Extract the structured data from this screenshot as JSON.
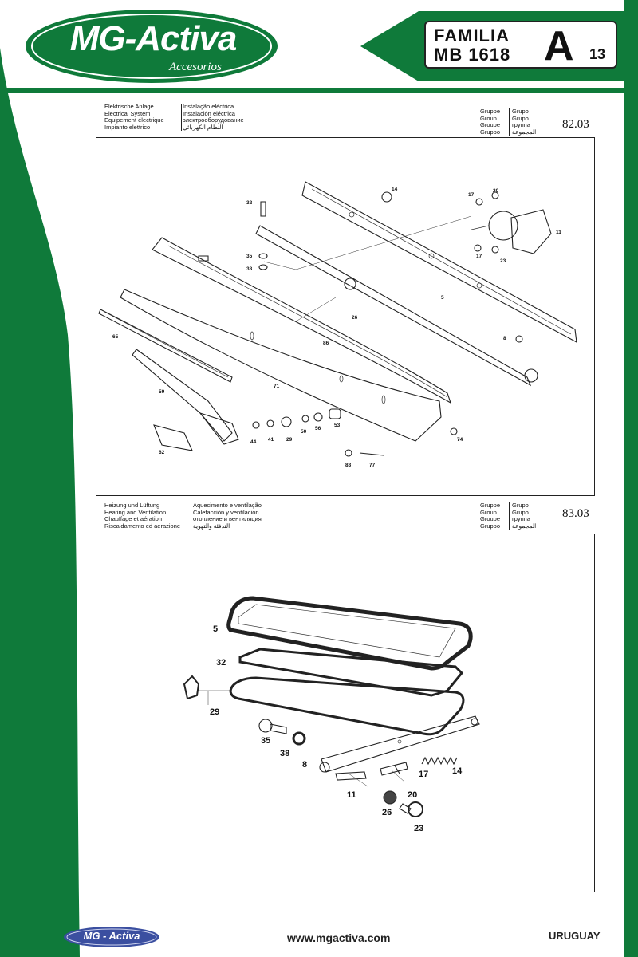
{
  "brand": {
    "logo_text": "MG-Activa",
    "logo_sub": "Accesorios",
    "footer_logo": "MG - Activa"
  },
  "family_badge": {
    "line1": "FAMILIA",
    "line2": "MB 1618",
    "letter": "A",
    "page": "13"
  },
  "section1": {
    "labels_left": [
      "Elektrische Anlage",
      "Electrical System",
      "Equipement électrique",
      "Impianto elettrico"
    ],
    "labels_mid": [
      "Instalação eléctrica",
      "Instalación eléctrica",
      "электрооборудование",
      "النظام الكهربائي"
    ],
    "group_labels": [
      "Gruppe",
      "Group",
      "Groupe",
      "Gruppo"
    ],
    "group_translations": [
      "Grupo",
      "Grupo",
      "группа",
      "المجموعة"
    ],
    "group_number": "82.03",
    "callouts": [
      "14",
      "20",
      "17",
      "11",
      "32",
      "35",
      "38",
      "17",
      "23",
      "5",
      "26",
      "8",
      "86",
      "65",
      "71",
      "59",
      "44",
      "41",
      "29",
      "50",
      "56",
      "53",
      "74",
      "62",
      "83",
      "77"
    ]
  },
  "section2": {
    "labels_left": [
      "Heizung und Lüftung",
      "Heating and Ventilation",
      "Chauffage et aération",
      "Riscaldamento ed aerazione"
    ],
    "labels_mid": [
      "Aquecimento e ventilação",
      "Calefacción y ventilación",
      "отопление и вентиляция",
      "التدفئة والتهوية"
    ],
    "group_labels": [
      "Gruppe",
      "Group",
      "Groupe",
      "Gruppo"
    ],
    "group_translations": [
      "Grupo",
      "Grupo",
      "группа",
      "المجموعة"
    ],
    "group_number": "83.03",
    "callouts": [
      "5",
      "32",
      "29",
      "35",
      "38",
      "8",
      "17",
      "14",
      "11",
      "20",
      "26",
      "23"
    ]
  },
  "footer": {
    "url": "www.mgactiva.com",
    "country": "URUGUAY"
  }
}
